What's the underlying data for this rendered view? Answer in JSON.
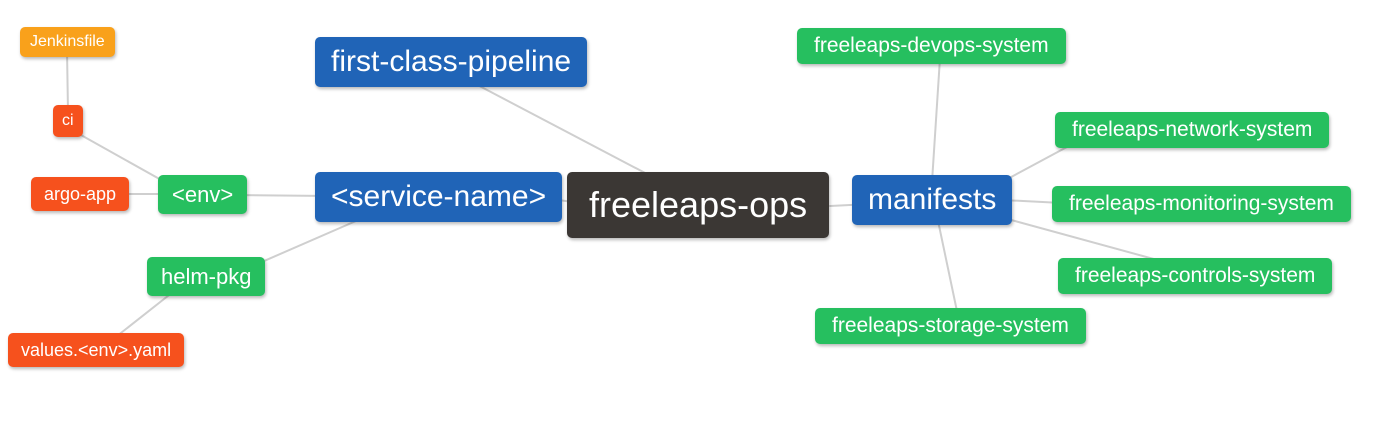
{
  "diagram": {
    "type": "mindmap",
    "root": "freeleaps-ops"
  },
  "palette": {
    "root_dark": "#3b3734",
    "branch_blue": "#2064b7",
    "leaf_green": "#26bf5f",
    "leaf_red": "#f6511d",
    "leaf_orange": "#f9a11b",
    "text": "#ffffff",
    "edge": "#cfcfcf",
    "background": "#ffffff"
  },
  "nodes": {
    "root": {
      "label": "freeleaps-ops"
    },
    "first_class_pipeline": {
      "label": "first-class-pipeline"
    },
    "service_name": {
      "label": "<service-name>"
    },
    "manifests": {
      "label": "manifests"
    },
    "env": {
      "label": "<env>"
    },
    "helm_pkg": {
      "label": "helm-pkg"
    },
    "ci": {
      "label": "ci"
    },
    "argo_app": {
      "label": "argo-app"
    },
    "jenkinsfile": {
      "label": "Jenkinsfile"
    },
    "values_env_yaml": {
      "label": "values.<env>.yaml"
    },
    "devops_system": {
      "label": "freeleaps-devops-system"
    },
    "network_system": {
      "label": "freeleaps-network-system"
    },
    "monitoring_system": {
      "label": "freeleaps-monitoring-system"
    },
    "controls_system": {
      "label": "freeleaps-controls-system"
    },
    "storage_system": {
      "label": "freeleaps-storage-system"
    }
  },
  "edges": [
    [
      "root",
      "first_class_pipeline"
    ],
    [
      "root",
      "service_name"
    ],
    [
      "root",
      "manifests"
    ],
    [
      "service_name",
      "env"
    ],
    [
      "service_name",
      "helm_pkg"
    ],
    [
      "env",
      "ci"
    ],
    [
      "env",
      "argo_app"
    ],
    [
      "ci",
      "jenkinsfile"
    ],
    [
      "helm_pkg",
      "values_env_yaml"
    ],
    [
      "manifests",
      "devops_system"
    ],
    [
      "manifests",
      "network_system"
    ],
    [
      "manifests",
      "monitoring_system"
    ],
    [
      "manifests",
      "controls_system"
    ],
    [
      "manifests",
      "storage_system"
    ]
  ]
}
